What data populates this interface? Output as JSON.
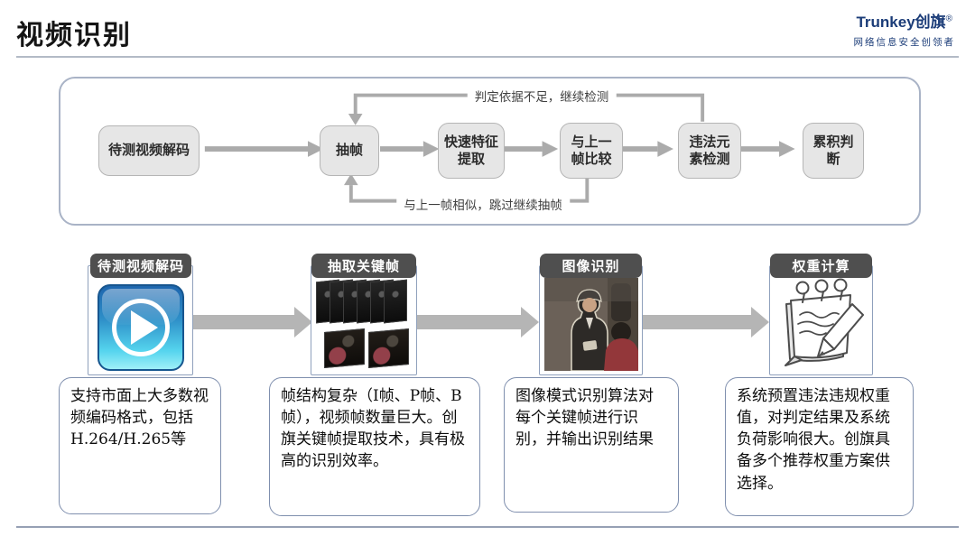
{
  "header": {
    "title": "视频识别",
    "logo": {
      "en": "Trunkey",
      "cn": "创旗",
      "reg": "®",
      "tagline": "网络信息安全创领者"
    },
    "brand_color": "#1b3c78"
  },
  "flowchart": {
    "nodes": [
      {
        "label": "待测视频解码"
      },
      {
        "label": "抽帧"
      },
      {
        "label": "快速特征提取"
      },
      {
        "label": "与上一帧比较"
      },
      {
        "label": "违法元素检测"
      },
      {
        "label": "累积判断"
      }
    ],
    "feedback_top": "判定依据不足，继续检测",
    "feedback_bottom": "与上一帧相似，跳过继续抽帧"
  },
  "stages": [
    {
      "header": "待测视频解码",
      "icon": "play-button-icon",
      "description": "支持市面上大多数视频编码格式，包括H.264/H.265等"
    },
    {
      "header": "抽取关键帧",
      "icon": "video-keyframes-icon",
      "description": "帧结构复杂（I帧、P帧、B帧），视频帧数量巨大。创旗关键帧提取技术，具有极高的识别效率。"
    },
    {
      "header": "图像识别",
      "icon": "person-recognition-photo",
      "description": "图像模式识别算法对每个关键帧进行识别，并输出识别结果"
    },
    {
      "header": "权重计算",
      "icon": "notepad-pencil-icon",
      "description": "系统预置违法违规权重值，对判定结果及系统负荷影响很大。创旗具备多个推荐权重方案供选择。"
    }
  ],
  "colors": {
    "badge_bg": "#4f4f4f",
    "arrow_gray": "#ababab",
    "panel_border": "#a9b3c6",
    "node_fill": "#e6e6e6"
  }
}
